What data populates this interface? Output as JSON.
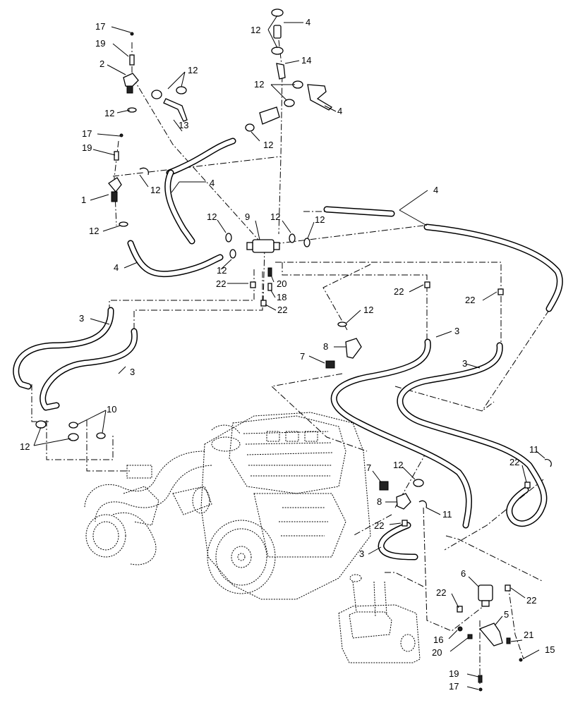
{
  "callouts": [
    {
      "id": "c17a",
      "text": "17"
    },
    {
      "id": "c19a",
      "text": "19"
    },
    {
      "id": "c2",
      "text": "2"
    },
    {
      "id": "c12a",
      "text": "12"
    },
    {
      "id": "c12b",
      "text": "12"
    },
    {
      "id": "c13",
      "text": "13"
    },
    {
      "id": "c12c",
      "text": "12"
    },
    {
      "id": "c4a",
      "text": "4"
    },
    {
      "id": "c14",
      "text": "14"
    },
    {
      "id": "c12d",
      "text": "12"
    },
    {
      "id": "c4b",
      "text": "4"
    },
    {
      "id": "c12e",
      "text": "12"
    },
    {
      "id": "c17b",
      "text": "17"
    },
    {
      "id": "c19b",
      "text": "19"
    },
    {
      "id": "c4c",
      "text": "4"
    },
    {
      "id": "c12f",
      "text": "12"
    },
    {
      "id": "c1",
      "text": "1"
    },
    {
      "id": "c12g",
      "text": "12"
    },
    {
      "id": "c4d",
      "text": "4"
    },
    {
      "id": "c12h",
      "text": "12"
    },
    {
      "id": "c9",
      "text": "9"
    },
    {
      "id": "c12i",
      "text": "12"
    },
    {
      "id": "c12j",
      "text": "12"
    },
    {
      "id": "c4e",
      "text": "4"
    },
    {
      "id": "c12k",
      "text": "12"
    },
    {
      "id": "c22a",
      "text": "22"
    },
    {
      "id": "c20a",
      "text": "20"
    },
    {
      "id": "c18",
      "text": "18"
    },
    {
      "id": "c22b",
      "text": "22"
    },
    {
      "id": "c22c",
      "text": "22"
    },
    {
      "id": "c22d",
      "text": "22"
    },
    {
      "id": "c3a",
      "text": "3"
    },
    {
      "id": "c12l",
      "text": "12"
    },
    {
      "id": "c8a",
      "text": "8"
    },
    {
      "id": "c7a",
      "text": "7"
    },
    {
      "id": "c3b",
      "text": "3"
    },
    {
      "id": "c3c",
      "text": "3"
    },
    {
      "id": "c3d",
      "text": "3"
    },
    {
      "id": "c10",
      "text": "10"
    },
    {
      "id": "c12m",
      "text": "12"
    },
    {
      "id": "c7b",
      "text": "7"
    },
    {
      "id": "c12n",
      "text": "12"
    },
    {
      "id": "c11a",
      "text": "11"
    },
    {
      "id": "c22e",
      "text": "22"
    },
    {
      "id": "c8b",
      "text": "8"
    },
    {
      "id": "c11b",
      "text": "11"
    },
    {
      "id": "c22f",
      "text": "22"
    },
    {
      "id": "c3e",
      "text": "3"
    },
    {
      "id": "c6",
      "text": "6"
    },
    {
      "id": "c22g",
      "text": "22"
    },
    {
      "id": "c22h",
      "text": "22"
    },
    {
      "id": "c5",
      "text": "5"
    },
    {
      "id": "c16",
      "text": "16"
    },
    {
      "id": "c20b",
      "text": "20"
    },
    {
      "id": "c21",
      "text": "21"
    },
    {
      "id": "c15",
      "text": "15"
    },
    {
      "id": "c19c",
      "text": "19"
    },
    {
      "id": "c17c",
      "text": "17"
    }
  ]
}
